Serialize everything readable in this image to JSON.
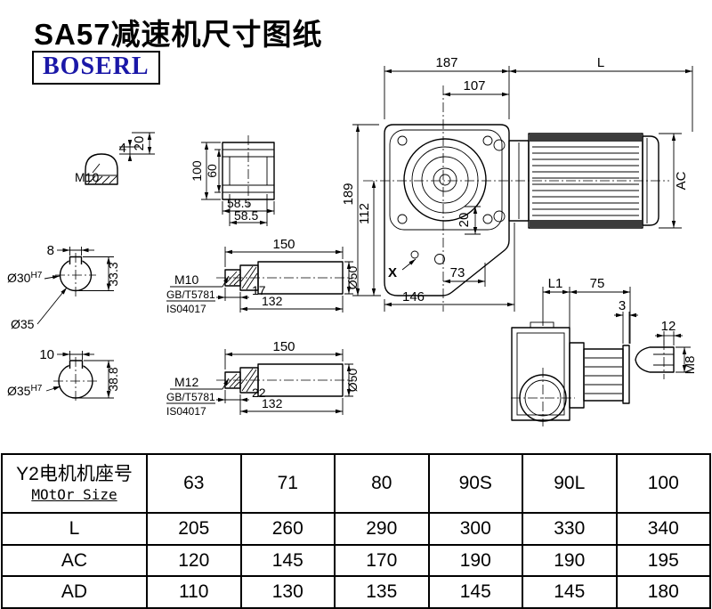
{
  "page": {
    "title": "SA57减速机尺寸图纸",
    "brand": "BOSERL"
  },
  "main_view": {
    "dim_187": "187",
    "dim_L": "L",
    "dim_107": "107",
    "dim_189": "189",
    "dim_112": "112",
    "dim_20": "20",
    "dim_73": "73",
    "dim_146": "146",
    "label_X": "X",
    "dim_AC": "AC"
  },
  "side_view": {
    "dim_L1": "L1",
    "dim_75": "75",
    "dim_3": "3",
    "dim_12": "12",
    "label_M8": "M8"
  },
  "plug_detail": {
    "label_M10": "M10",
    "dim_4": "4",
    "dim_20": "20"
  },
  "flange_detail": {
    "dim_100": "100",
    "dim_60": "60",
    "dim_585_a": "58.5",
    "dim_585_b": "58.5"
  },
  "shaft1_section": {
    "dim_key_width": "8",
    "bore": "Ø30",
    "bore_tol": "H7",
    "dim_key_depth": "33.3",
    "dia_outer": "Ø35"
  },
  "shaft1_view": {
    "dim_150": "150",
    "thread": "M10",
    "std1": "GB/T5781",
    "std2": "IS04017",
    "dim_17": "17",
    "dim_132": "132",
    "dia_50": "Ø50"
  },
  "shaft2_section": {
    "dim_key_width": "10",
    "bore": "Ø35",
    "bore_tol": "H7",
    "dim_key_depth": "38.8"
  },
  "shaft2_view": {
    "dim_150": "150",
    "thread": "M12",
    "std1": "GB/T5781",
    "std2": "IS04017",
    "dim_22": "22",
    "dim_132": "132",
    "dia_50": "Ø50"
  },
  "table": {
    "header": {
      "label_cn": "Y2电机机座号",
      "label_en": "MOtOr Size",
      "values": [
        "63",
        "71",
        "80",
        "90S",
        "90L",
        "100"
      ]
    },
    "rows": [
      {
        "label": "L",
        "values": [
          "205",
          "260",
          "290",
          "300",
          "330",
          "340"
        ]
      },
      {
        "label": "AC",
        "values": [
          "120",
          "145",
          "170",
          "190",
          "190",
          "195"
        ]
      },
      {
        "label": "AD",
        "values": [
          "110",
          "130",
          "135",
          "145",
          "145",
          "180"
        ]
      }
    ]
  }
}
